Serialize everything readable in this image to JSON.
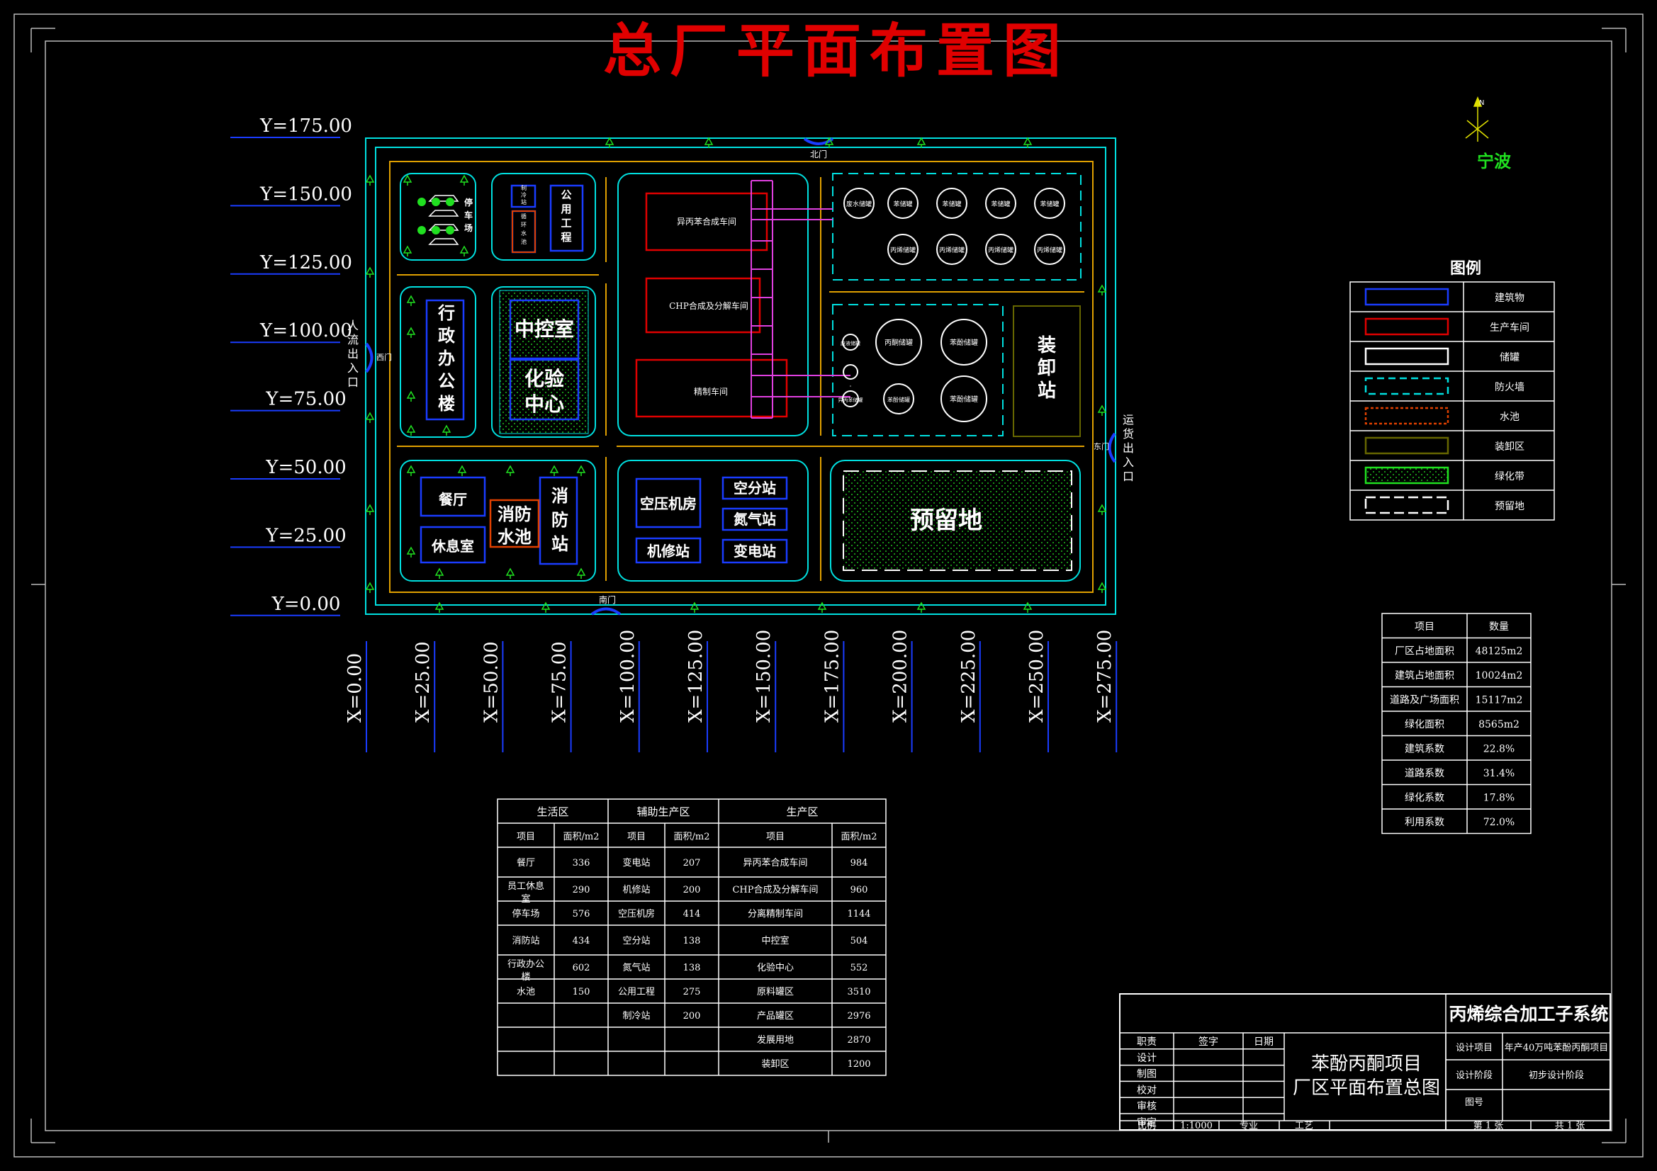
{
  "title": "总厂平面布置图",
  "north": {
    "label": "宁波",
    "n": "N"
  },
  "gates": {
    "north": "北门",
    "south": "南门",
    "west": "西门",
    "east": "东门",
    "people_entrance": "人流出入口",
    "cargo_entrance": "运货出入口"
  },
  "y_axis": [
    "Y=175.00",
    "Y=150.00",
    "Y=125.00",
    "Y=100.00",
    "Y=75.00",
    "Y=50.00",
    "Y=25.00",
    "Y=0.00"
  ],
  "x_axis": [
    "X=0.00",
    "X=25.00",
    "X=50.00",
    "X=75.00",
    "X=100.00",
    "X=125.00",
    "X=150.00",
    "X=175.00",
    "X=200.00",
    "X=225.00",
    "X=250.00",
    "X=275.00"
  ],
  "zones": {
    "parking": "停车场",
    "refrigeration": "制冷站",
    "circulating_water": "循环水池",
    "utilities": "公用工程",
    "admin": "行政办公楼",
    "control": "中控室",
    "lab": "化验中心",
    "canteen": "餐厅",
    "rest": "休息室",
    "fire_pool": "消防水池",
    "fire_station": "消防站",
    "compressor": "空压机房",
    "air_separation": "空分站",
    "nitrogen": "氮气站",
    "repair": "机修站",
    "substation": "变电站",
    "reserve": "预留地",
    "loading": "装卸站",
    "cumene_plant": "异丙苯合成车间",
    "chp_plant": "CHP合成及分解车间",
    "refining": "精制车间"
  },
  "tanks": {
    "row1": [
      "废水储罐",
      "苯储罐",
      "苯储罐",
      "苯储罐",
      "苯储罐"
    ],
    "row2": [
      "丙烯储罐",
      "丙烯储罐",
      "丙烯储罐",
      "丙烯储罐"
    ],
    "row3_large": [
      "丙酮储罐",
      "苯酚储罐",
      "苯酚储罐",
      "苯酚储罐"
    ],
    "small": [
      "废液储罐",
      "",
      "",
      "异丙苯储罐"
    ]
  },
  "legend": {
    "title": "图例",
    "items": [
      "建筑物",
      "生产车间",
      "储罐",
      "防火墙",
      "水池",
      "装卸区",
      "绿化带",
      "预留地"
    ]
  },
  "stats": {
    "headers": [
      "项目",
      "数量"
    ],
    "rows": [
      [
        "厂区占地面积",
        "48125m2"
      ],
      [
        "建筑占地面积",
        "10024m2"
      ],
      [
        "道路及广场面积",
        "15117m2"
      ],
      [
        "绿化面积",
        "8565m2"
      ],
      [
        "建筑系数",
        "22.8%"
      ],
      [
        "道路系数",
        "31.4%"
      ],
      [
        "绿化系数",
        "17.8%"
      ],
      [
        "利用系数",
        "72.0%"
      ]
    ]
  },
  "area_table": {
    "groups": [
      "生活区",
      "辅助生产区",
      "生产区"
    ],
    "subheaders": [
      "项目",
      "面积/m2",
      "项目",
      "面积/m2",
      "项目",
      "面积/m2"
    ],
    "rows": [
      [
        "餐厅",
        "336",
        "变电站",
        "207",
        "异丙苯合成车间",
        "984"
      ],
      [
        "员工休息室",
        "290",
        "机修站",
        "200",
        "CHP合成及分解车间",
        "960"
      ],
      [
        "停车场",
        "576",
        "空压机房",
        "414",
        "分离精制车间",
        "1144"
      ],
      [
        "消防站",
        "434",
        "空分站",
        "138",
        "中控室",
        "504"
      ],
      [
        "行政办公楼",
        "602",
        "氮气站",
        "138",
        "化验中心",
        "552"
      ],
      [
        "水池",
        "150",
        "公用工程",
        "275",
        "原料罐区",
        "3510"
      ],
      [
        "",
        "",
        "制冷站",
        "200",
        "产品罐区",
        "2976"
      ],
      [
        "",
        "",
        "",
        "",
        "发展用地",
        "2870"
      ],
      [
        "",
        "",
        "",
        "",
        "装卸区",
        "1200"
      ]
    ]
  },
  "title_block": {
    "system": "丙烯综合加工子系统",
    "project_title_1": "苯酚丙酮项目",
    "project_title_2": "厂区平面布置总图",
    "roles": [
      "职责",
      "设计",
      "制图",
      "校对",
      "审核",
      "审定"
    ],
    "sign": "签字",
    "date": "日期",
    "design_item_label": "设计项目",
    "design_item_value": "年产40万吨苯酚丙酮项目",
    "design_stage_label": "设计阶段",
    "design_stage_value": "初步设计阶段",
    "drawing_no_label": "图号",
    "scale_label": "比例",
    "scale_value": "1:1000",
    "major_label": "专业",
    "major_value": "工艺",
    "sheet": "第 1 张",
    "total": "共 1 张"
  },
  "colors": {
    "title": "#e00000",
    "cyan": "#00e0e0",
    "blue": "#1a3cff",
    "red": "#e00000",
    "orange": "#e0a000",
    "magenta": "#e040e0",
    "green": "#20e020"
  }
}
